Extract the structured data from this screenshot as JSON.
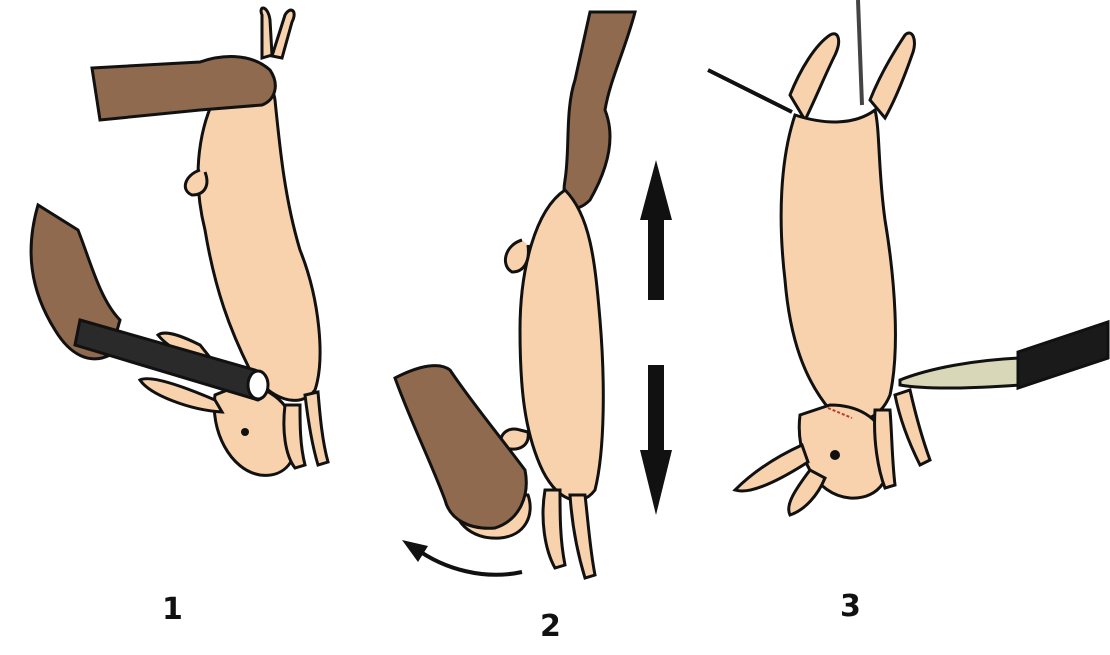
{
  "steps": [
    {
      "number": "1"
    },
    {
      "number": "2"
    },
    {
      "number": "3"
    }
  ],
  "colors": {
    "rabbit_fur": "#f8d2ad",
    "outline": "#111111",
    "hand_skin": "#8f6a4e",
    "stick": "#2a2a2a",
    "knife_blade": "#d8d8b8",
    "knife_handle": "#1a1a1a",
    "arrow": "#111111",
    "cord": "#444444"
  }
}
